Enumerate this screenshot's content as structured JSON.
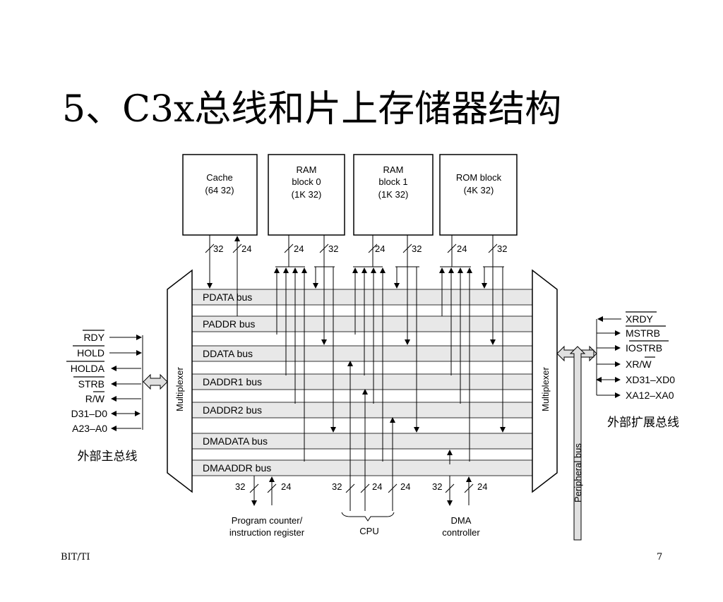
{
  "slide": {
    "title": "5、C3x总线和片上存储器结构",
    "footer_left": "BIT/TI",
    "page_number": "7"
  },
  "diagram": {
    "memory_blocks": [
      {
        "name": "Cache",
        "size": "(64   32)"
      },
      {
        "name": "RAM block 0",
        "line1": "RAM",
        "line2": "block 0",
        "size": "(1K   32)"
      },
      {
        "name": "RAM block 1",
        "line1": "RAM",
        "line2": "block 1",
        "size": "(1K   32)"
      },
      {
        "name": "ROM block",
        "size": "(4K   32)"
      }
    ],
    "top_widths": [
      "32",
      "24",
      "24",
      "32",
      "24",
      "32",
      "24",
      "32"
    ],
    "buses": [
      "PDATA bus",
      "PADDR bus",
      "DDATA bus",
      "DADDR1 bus",
      "DADDR2 bus",
      "DMADATA bus",
      "DMAADDR bus"
    ],
    "multiplexer_label": "Multiplexer",
    "left_signals": [
      "RDY",
      "HOLD",
      "HOLDA",
      "STRB",
      "R/W",
      "D31–D0",
      "A23–A0"
    ],
    "left_caption": "外部主总线",
    "right_signals": [
      "XRDY",
      "MSTRB",
      "IOSTRB",
      "XR/W",
      "XD31–XD0",
      "XA12–XA0"
    ],
    "right_caption": "外部扩展总线",
    "peripheral_bus_label": "Peripheral bus",
    "bottom_widths": [
      "32",
      "24",
      "32",
      "24",
      "24",
      "32",
      "24"
    ],
    "bottom_units": [
      {
        "line1": "Program counter/",
        "line2": "instruction register"
      },
      {
        "line1": "CPU"
      },
      {
        "line1": "DMA",
        "line2": "controller"
      }
    ]
  }
}
